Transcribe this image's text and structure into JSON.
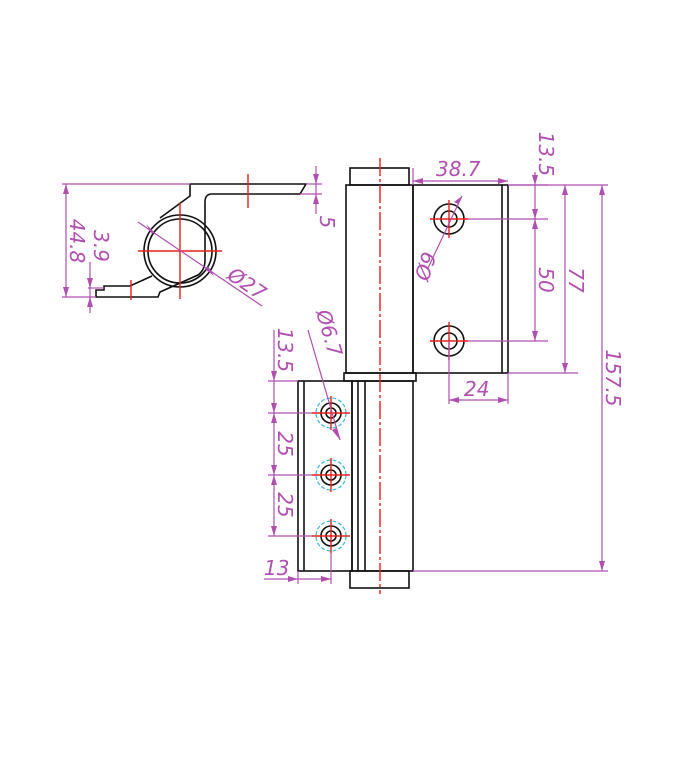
{
  "colors": {
    "dimension": "#b04fb0",
    "outline": "#111111",
    "centerline": "#e8201a",
    "hidden": "#38b8d8"
  },
  "side_view": {
    "dims": {
      "overall_height": "44.8",
      "offset": "3.9",
      "flange": "5",
      "barrel_dia": "Ø27"
    }
  },
  "upper_leaf": {
    "dims": {
      "width": "38.7",
      "top_offset": "13.5",
      "hole_dia": "Ø9",
      "hole_spacing": "50",
      "leaf_height": "77",
      "hole_offset": "24"
    }
  },
  "lower_leaf": {
    "dims": {
      "hole_dia": "Ø6.7",
      "top_offset": "13.5",
      "spacing_1": "25",
      "spacing_2": "25",
      "hole_offset": "13"
    }
  },
  "overall": {
    "total_height": "157.5"
  }
}
